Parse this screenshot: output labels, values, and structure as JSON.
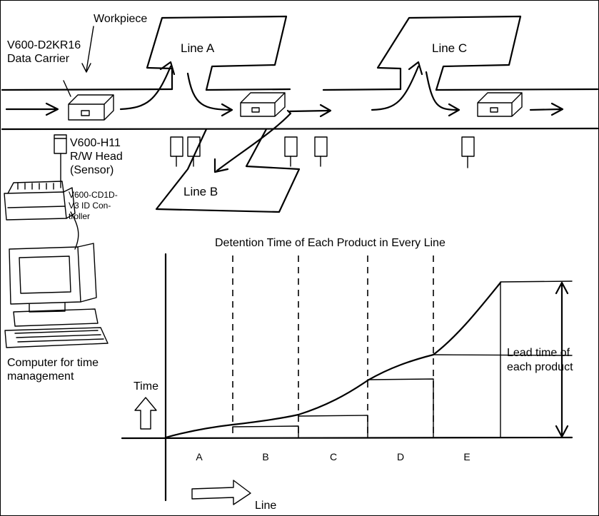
{
  "labels": {
    "workpiece": "Workpiece",
    "carrier_model": "V600-D2KR16",
    "carrier_name": "Data Carrier",
    "head_model": "V600-H11",
    "head_name": "R/W Head",
    "head_note": "(Sensor)",
    "controller_1": "V600-CD1D-",
    "controller_2": "V3 ID Con-",
    "controller_3": "troller",
    "computer_1": "Computer for time",
    "computer_2": "management",
    "line_a": "Line A",
    "line_b": "Line B",
    "line_c": "Line C"
  },
  "chart": {
    "title": "Detention Time of Each Product in Every Line",
    "ylabel": "Time",
    "xlabel": "Line",
    "lead_1": "Lead time of",
    "lead_2": "each product",
    "segments": [
      "A",
      "B",
      "C",
      "D",
      "E"
    ]
  }
}
